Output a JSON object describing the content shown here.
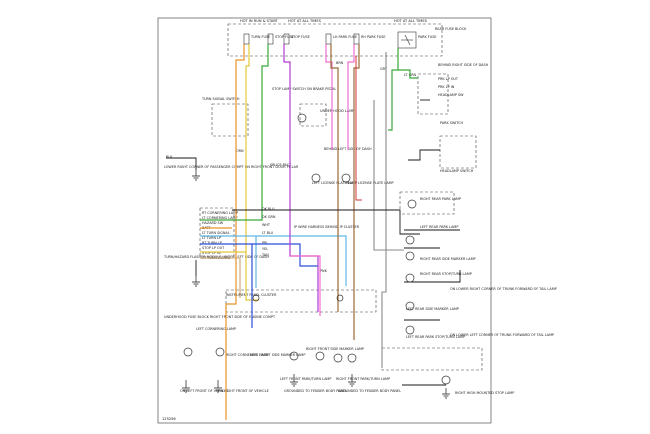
{
  "fuse_block": {
    "hot_run_start": "HOT IN RUN & START",
    "hot_all_times_1": "HOT AT ALL TIMES",
    "hot_all_times_2": "HOT AT ALL TIMES",
    "fuses": [
      "TURN FUSE",
      "STOP FUSE",
      "STOP FUSE",
      "LH PARK FUSE",
      "RH PARK FUSE",
      "PARK FUSE"
    ],
    "rear_fuse_block": "REAR FUSE BLOCK"
  },
  "right_labels": {
    "behind_dash": "BEHIND RIGHT SIDE OF DASH",
    "pin_headings": [
      "PRK LP OUT",
      "PRK LP IN",
      "HEADLAMP SW"
    ],
    "headlamp_switch": "HEADLAMP SWITCH",
    "park_switch": "PARK SWITCH",
    "right_rear_park": "RIGHT REAR PARK LAMP",
    "right_rear_side_marker": "RIGHT REAR SIDE MARKER LAMP",
    "right_rear_stop_turn": "RIGHT REAR STOP/TURN LAMP",
    "left_rear_park": "LEFT REAR PARK LAMP",
    "left_rear_side_marker": "LEFT REAR SIDE MARKER LAMP",
    "left_rear_stop_turn": "LEFT REAR PARK STOP/TURN LAMP",
    "on_lower_right_corner": "ON LOWER RIGHT CORNER OF TRUNK FORWARD OF TAIL LAMP",
    "on_lower_left_corner": "ON LOWER LEFT CORNER OF TRUNK FORWARD OF TAIL LAMP",
    "high_stop": "RIGHT HIGH MOUNTED STOP LAMP"
  },
  "left_labels": {
    "turn_signal_switch": "TURN SIGNAL SWITCH",
    "lower_right_corner": "LOWER RIGHT CORNER OF PASSENGER COMPT ON RIGHT FRONT DOOR PILLAR",
    "hazard_flasher": "TURN/HAZARD FLASHER MODULE UNDER LEFT SIDE OF DASH",
    "pin_labels": [
      "RT CORNERING LAMP",
      "LT CORNERING LAMP",
      "HAZARD SW",
      "BATT",
      "LT TURN SIGNAL",
      "LT TURN LP",
      "RT TURN LP",
      "STOP LP OUT",
      "STOP LP IN",
      "RT TURN SIGNAL"
    ],
    "underhood_fuse_block": "UNDERHOOD FUSE BLOCK RIGHT FRONT SIDE OF ENGINE COMPT",
    "instrument_panel": "INSTRUMENT PANEL CLUSTER"
  },
  "center_labels": {
    "stop_lamp_switch": "STOP LAMP SWITCH ON BRAKE PEDAL",
    "under_hood_lamp": "UNDER HOOD LAMP",
    "splice": "SPLICE PACK",
    "ip_harness": "IP WIRE HARNESS BEHIND IP CLUSTER",
    "left_license": "LEFT LICENSE PLATE LAMP",
    "right_license": "RIGHT LICENSE PLATE LAMP",
    "s_note": "BEHIND LEFT SIDE OF DASH"
  },
  "bottom_lamps": [
    {
      "name": "LEFT CORNERING LAMP",
      "note": "ON LEFT FRONT OF VEHICLE"
    },
    {
      "name": "RIGHT CORNERING LAMP",
      "note": "ON RIGHT FRONT OF VEHICLE"
    },
    {
      "name": "LEFT FRONT SIDE MARKER LAMP",
      "note": ""
    },
    {
      "name": "RIGHT FRONT SIDE MARKER LAMP",
      "note": ""
    },
    {
      "name": "LEFT FRONT PARK/TURN LAMP",
      "note": "GROUNDED TO FENDER BODY PANEL"
    },
    {
      "name": "RIGHT FRONT PARK/TURN LAMP",
      "note": "GROUNDED TO FENDER BODY PANEL"
    }
  ],
  "wire_colors": {
    "orange": "ORN",
    "dark_blue": "DK BLU",
    "light_blue": "LT BLU",
    "dark_green": "DK GRN",
    "light_green": "LT GRN",
    "white": "WHT",
    "black": "BLK",
    "brown": "BRN",
    "purple": "PPL",
    "pink": "PNK",
    "yellow": "YEL",
    "gray": "GRY",
    "tan": "TAN"
  },
  "footer_code": "125256",
  "colors": {
    "orange": "#e8932a",
    "yellow": "#e3c73a",
    "green": "#39a83a",
    "lightblue": "#5fb6e8",
    "blue": "#2c4fd6",
    "purple": "#b43bd6",
    "pink": "#ee6fd0",
    "brown": "#9a6a36",
    "gray": "#8a8a8a",
    "tan": "#c9a36b",
    "red": "#d0353a",
    "black": "#1a1a1a"
  }
}
